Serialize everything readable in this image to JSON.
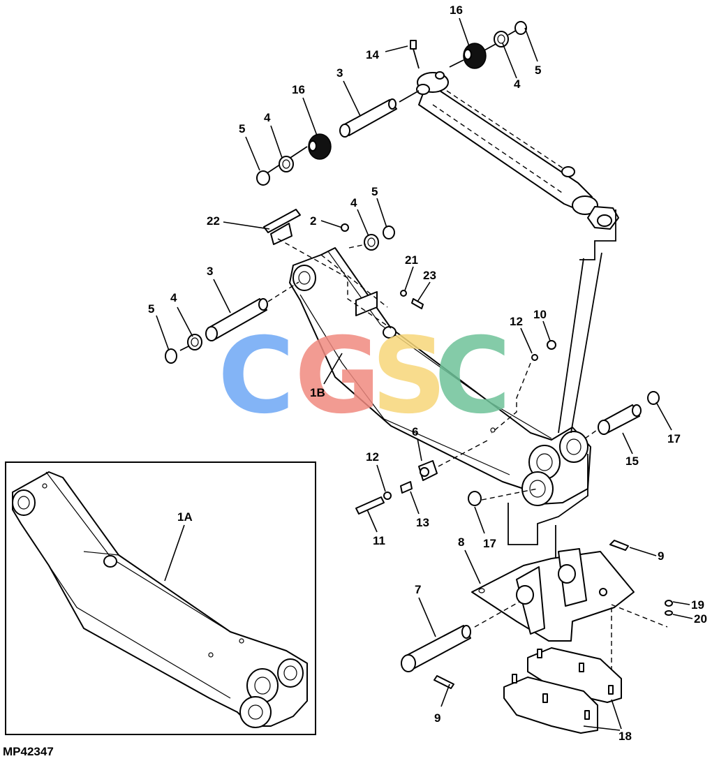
{
  "figure": {
    "id_label": "MP42347",
    "inset_label": "1A",
    "watermark": {
      "letters": [
        "C",
        "G",
        "S",
        "C"
      ],
      "colors": [
        "#6ea8f5",
        "#f08a80",
        "#f7d77a",
        "#6fc39a"
      ]
    }
  },
  "callouts": [
    {
      "id": "c16a",
      "text": "16"
    },
    {
      "id": "c14",
      "text": "14"
    },
    {
      "id": "c3a",
      "text": "3"
    },
    {
      "id": "c5a",
      "text": "5"
    },
    {
      "id": "c4a",
      "text": "4"
    },
    {
      "id": "c16b",
      "text": "16"
    },
    {
      "id": "c5b",
      "text": "5"
    },
    {
      "id": "c4b",
      "text": "4"
    },
    {
      "id": "c22",
      "text": "22"
    },
    {
      "id": "c2",
      "text": "2"
    },
    {
      "id": "c4c",
      "text": "4"
    },
    {
      "id": "c5c",
      "text": "5"
    },
    {
      "id": "c3b",
      "text": "3"
    },
    {
      "id": "c21",
      "text": "21"
    },
    {
      "id": "c23",
      "text": "23"
    },
    {
      "id": "c4d",
      "text": "4"
    },
    {
      "id": "c5d",
      "text": "5"
    },
    {
      "id": "c12a",
      "text": "12"
    },
    {
      "id": "c10",
      "text": "10"
    },
    {
      "id": "c1b",
      "text": "1B"
    },
    {
      "id": "c17a",
      "text": "17"
    },
    {
      "id": "c15",
      "text": "15"
    },
    {
      "id": "c6",
      "text": "6"
    },
    {
      "id": "c12b",
      "text": "12"
    },
    {
      "id": "c13",
      "text": "13"
    },
    {
      "id": "c11",
      "text": "11"
    },
    {
      "id": "c17b",
      "text": "17"
    },
    {
      "id": "c8",
      "text": "8"
    },
    {
      "id": "c9a",
      "text": "9"
    },
    {
      "id": "c19",
      "text": "19"
    },
    {
      "id": "c20",
      "text": "20"
    },
    {
      "id": "c7",
      "text": "7"
    },
    {
      "id": "c9b",
      "text": "9"
    },
    {
      "id": "c18",
      "text": "18"
    }
  ]
}
